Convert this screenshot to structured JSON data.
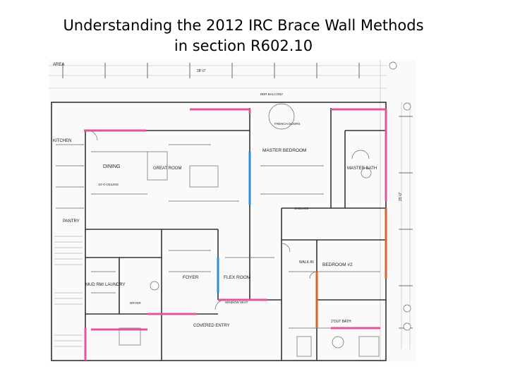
{
  "slide": {
    "title_line1": "Understanding the 2012 IRC Brace Wall Methods",
    "title_line2": "in section R602.10"
  },
  "plan": {
    "rooms": {
      "master_bedroom": "MASTER BEDROOM",
      "master_bath": "MASTER BATH",
      "bedroom_2": "BEDROOM #2",
      "dining": "DINING",
      "great_room": "GREAT ROOM",
      "flex_room": "FLEX ROOM",
      "foyer": "FOYER",
      "mud_rm_laundry": "MUD RM/ LAUNDRY",
      "pantry": "PANTRY",
      "kitchen": "KITCHEN",
      "covered_entry": "COVERED ENTRY",
      "bath_2": "2'OUT BATH",
      "walk_in": "WALK-IN"
    },
    "notes": {
      "french_doors": "FRENCH DOORS",
      "ceiling_10": "10'-0 CEILING",
      "shelves": "SHELVES",
      "dryer": "DRYER",
      "window_seat": "WINDOW SEAT",
      "area": "AREA",
      "bdr_balcony": "BDR BALCONY",
      "dim_top": "28'-0\"",
      "dim_right": "25'-0\""
    },
    "colors": {
      "brace_pink": "#e0559a",
      "brace_blue": "#2a8fd6",
      "brace_orange": "#d9622b",
      "line": "#333333"
    }
  }
}
